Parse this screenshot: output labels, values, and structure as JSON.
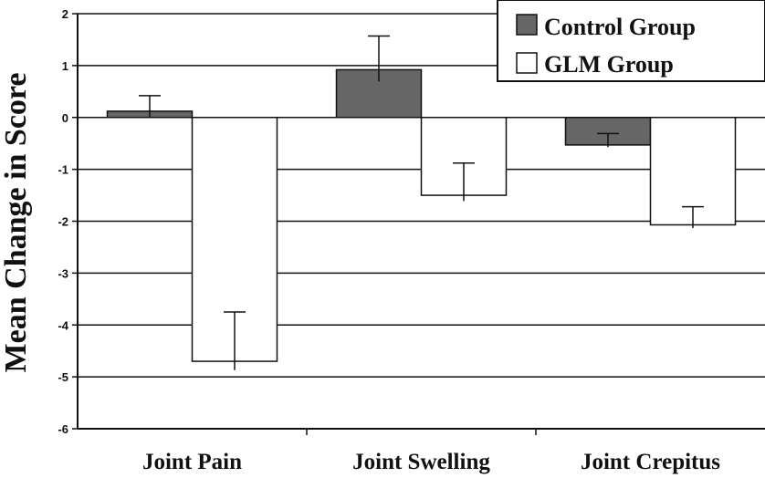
{
  "chart_data": {
    "type": "bar",
    "categories": [
      "Joint Pain",
      "Joint Swelling",
      "Joint Crepitus"
    ],
    "series": [
      {
        "name": "Control Group",
        "values": [
          0.12,
          0.92,
          -0.53
        ],
        "error": [
          0.3,
          0.65,
          0.22
        ],
        "color": "#666666"
      },
      {
        "name": "GLM Group",
        "values": [
          -4.7,
          -1.5,
          -2.07
        ],
        "error": [
          0.95,
          0.62,
          0.35
        ],
        "color": "#ffffff"
      }
    ],
    "title": "",
    "xlabel": "",
    "ylabel": "Mean Change in Score",
    "ylim": [
      -6,
      2
    ],
    "yticks": [
      "2",
      "1",
      "0",
      "-1",
      "-2",
      "-3",
      "-4",
      "-5",
      "-6"
    ],
    "grid": true,
    "legend_position": "top-right"
  }
}
